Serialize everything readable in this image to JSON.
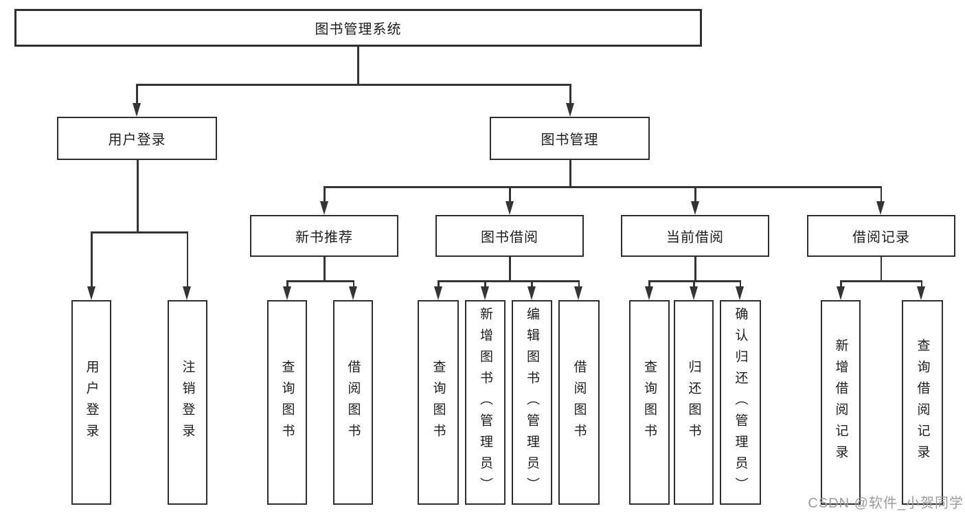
{
  "diagram": {
    "title": "图书管理系统",
    "watermark": "CSDN @软件_小贺同学",
    "colors": {
      "line": "#343434",
      "box_border": "#2e2e2e",
      "text": "#1d1d1d",
      "watermark": "#9c9c9c",
      "background": "#ffffff"
    },
    "nodes": {
      "root": {
        "label": "图书管理系统"
      },
      "user_login": {
        "label": "用户登录"
      },
      "book_mgmt": {
        "label": "图书管理"
      },
      "new_book_rec": {
        "label": "新书推荐"
      },
      "book_borrow": {
        "label": "图书借阅"
      },
      "current_borrow": {
        "label": "当前借阅"
      },
      "borrow_records": {
        "label": "借阅记录"
      },
      "leaf_user_login": {
        "label": "用户登录"
      },
      "leaf_logout": {
        "label": "注销登录"
      },
      "leaf_query_book_1": {
        "label": "查询图书"
      },
      "leaf_borrow_book_1": {
        "label": "借阅图书"
      },
      "leaf_query_book_2": {
        "label": "查询图书"
      },
      "leaf_add_book": {
        "label": "新增图书（管理员）"
      },
      "leaf_edit_book": {
        "label": "编辑图书（管理员）"
      },
      "leaf_borrow_book_2": {
        "label": "借阅图书"
      },
      "leaf_query_book_3": {
        "label": "查询图书"
      },
      "leaf_return_book": {
        "label": "归还图书"
      },
      "leaf_confirm_return": {
        "label": "确认归还（管理员）"
      },
      "leaf_add_borrow_record": {
        "label": "新增借阅记录"
      },
      "leaf_query_borrow_record": {
        "label": "查询借阅记录"
      }
    },
    "structure": {
      "图书管理系统": {
        "用户登录": [
          "用户登录",
          "注销登录"
        ],
        "图书管理": {
          "新书推荐": [
            "查询图书",
            "借阅图书"
          ],
          "图书借阅": [
            "查询图书",
            "新增图书（管理员）",
            "编辑图书（管理员）",
            "借阅图书"
          ],
          "当前借阅": [
            "查询图书",
            "归还图书",
            "确认归还（管理员）"
          ],
          "借阅记录": [
            "新增借阅记录",
            "查询借阅记录"
          ]
        }
      }
    }
  }
}
